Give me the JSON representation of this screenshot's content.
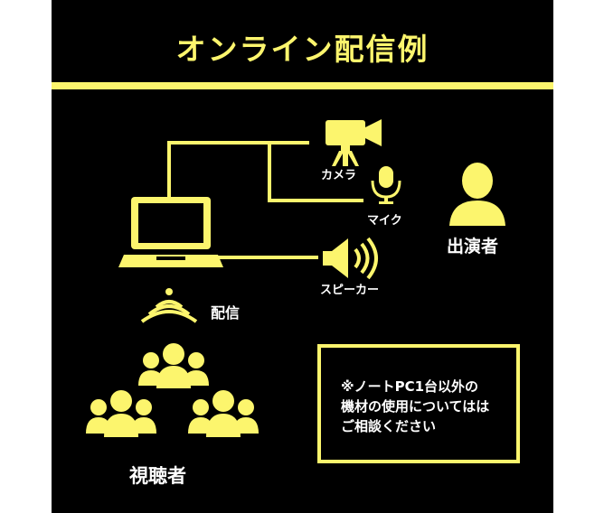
{
  "title": "オンライン配信例",
  "colors": {
    "accent": "#fcf56d",
    "background": "#000000",
    "text": "#ffffff"
  },
  "devices": {
    "camera_label": "カメラ",
    "mic_label": "マイク",
    "speaker_label": "スピーカー"
  },
  "performer_label": "出演者",
  "broadcast_label": "配信",
  "viewers_label": "視聴者",
  "note": {
    "lines": [
      "※ノートPC1台以外の",
      "機材の使用についてはは",
      "ご相談ください"
    ]
  },
  "icons": [
    "laptop-icon",
    "camera-icon",
    "microphone-icon",
    "speaker-icon",
    "person-icon",
    "broadcast-signal-icon",
    "audience-icon"
  ]
}
